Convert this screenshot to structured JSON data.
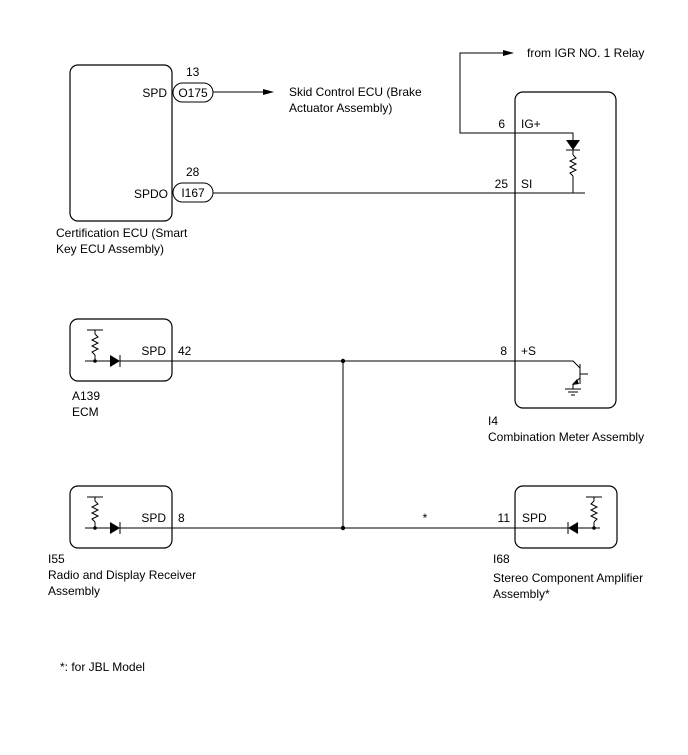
{
  "cert_ecu": {
    "name_line1": "Certification ECU (Smart",
    "name_line2": "Key ECU Assembly)",
    "pin_spd_label": "SPD",
    "pin_spd_num": "13",
    "pin_spd_connector": "O175",
    "pin_spdo_label": "SPDO",
    "pin_spdo_num": "28",
    "pin_spdo_connector": "I167"
  },
  "skid_control": {
    "line1": "Skid Control ECU (Brake",
    "line2": "Actuator Assembly)"
  },
  "igr_relay": {
    "label": "from IGR NO. 1 Relay"
  },
  "combination_meter": {
    "code": "I4",
    "name": "Combination Meter Assembly",
    "pin_igp_num": "6",
    "pin_igp_label": "IG+",
    "pin_si_num": "25",
    "pin_si_label": "SI",
    "pin_s_num": "8",
    "pin_s_label": "+S"
  },
  "ecm": {
    "code": "A139",
    "name": "ECM",
    "pin_label": "SPD",
    "pin_num": "42"
  },
  "radio": {
    "code": "I55",
    "name_line1": "Radio and Display Receiver",
    "name_line2": "Assembly",
    "pin_label": "SPD",
    "pin_num": "8"
  },
  "amplifier": {
    "code": "I68",
    "name_line1": "Stereo Component Amplifier",
    "name_line2": "Assembly*",
    "pin_label": "SPD",
    "pin_num": "11"
  },
  "wire_note": "*",
  "footnote": "*: for JBL Model"
}
